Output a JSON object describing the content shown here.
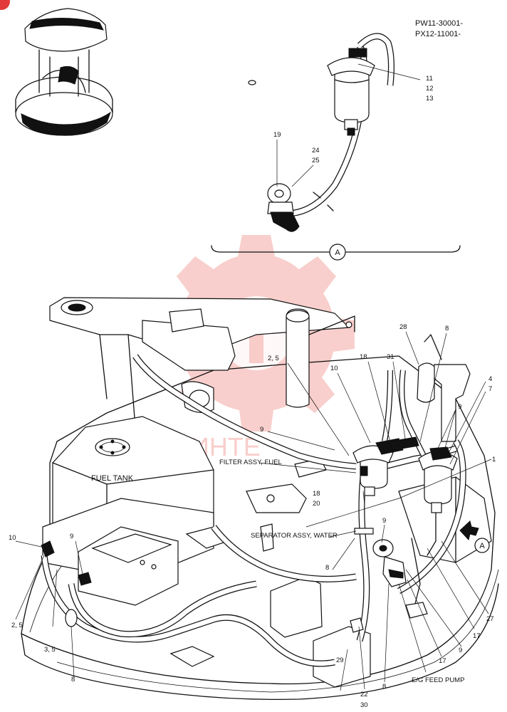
{
  "header": {
    "serial_1": "PW11-30001-",
    "serial_2": "PX12-11001-"
  },
  "watermark": {
    "text": "ИНТЕ"
  },
  "view": {
    "marker": "A"
  },
  "component_labels": {
    "filter": "FILTER ASSY, FUEL",
    "separator": "SEPARATOR ASSY, WATER",
    "fuel_tank": "FUEL TANK",
    "feed_pump": "E/G FEED PUMP"
  },
  "callouts": {
    "c_11": "11",
    "c_12": "12",
    "c_13": "13",
    "c_19": "19",
    "c_24": "24",
    "c_25": "25",
    "c_28": "28",
    "c_8_top": "8",
    "c_18_top": "18",
    "c_31": "31",
    "c_2_5_top": "2, 5",
    "c_10_top": "10",
    "c_4": "4",
    "c_7": "7",
    "c_9_right": "9",
    "c_1": "1",
    "c_9_mid": "9",
    "c_18_mid": "18",
    "c_20": "20",
    "c_9_sep": "9",
    "c_8_sep": "8",
    "c_10_left": "10",
    "c_9_left": "9",
    "c_2_5_left": "2, 5",
    "c_3_5": "3, 5",
    "c_8_left": "8",
    "c_27": "27",
    "c_17_a": "17",
    "c_9_low": "9",
    "c_17_b": "17",
    "c_29": "29",
    "c_22": "22",
    "c_30": "30",
    "c_8_bottom": "8"
  }
}
